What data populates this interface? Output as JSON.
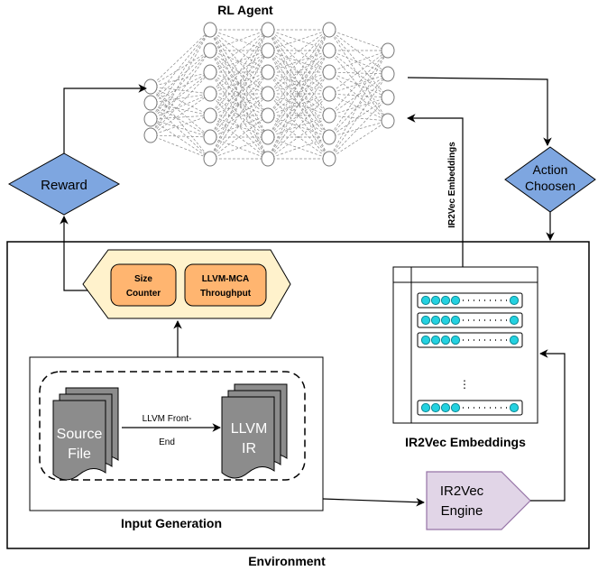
{
  "agent": {
    "title": "RL Agent"
  },
  "reward": {
    "label": "Reward"
  },
  "action": {
    "line1": "Action",
    "line2": "Choosen"
  },
  "embeddings_edge": {
    "label": "IR2Vec Embeddings"
  },
  "metrics": {
    "size_counter": {
      "line1": "Size",
      "line2": "Counter"
    },
    "mca": {
      "line1": "LLVM-MCA",
      "line2": "Throughput"
    }
  },
  "input_generation": {
    "title": "Input Generation",
    "source": {
      "line1": "Source",
      "line2": "File"
    },
    "frontend": {
      "line1": "LLVM Front-",
      "line2": "End"
    },
    "ir": {
      "line1": "LLVM",
      "line2": "IR"
    }
  },
  "embeddings_panel": {
    "title": "IR2Vec Embeddings"
  },
  "engine": {
    "line1": "IR2Vec",
    "line2": "Engine"
  },
  "environment": {
    "title": "Environment"
  },
  "colors": {
    "reward_fill": "#7ea6e0",
    "action_fill": "#7ea6e0",
    "hexagon_fill": "#fff2cc",
    "metric_fill": "#ffb570",
    "engine_fill": "#e1d5e7",
    "engine_stroke": "#9673a6",
    "embedding_dot": "#23d1e0",
    "doc_fill": "#8c8c8c"
  }
}
